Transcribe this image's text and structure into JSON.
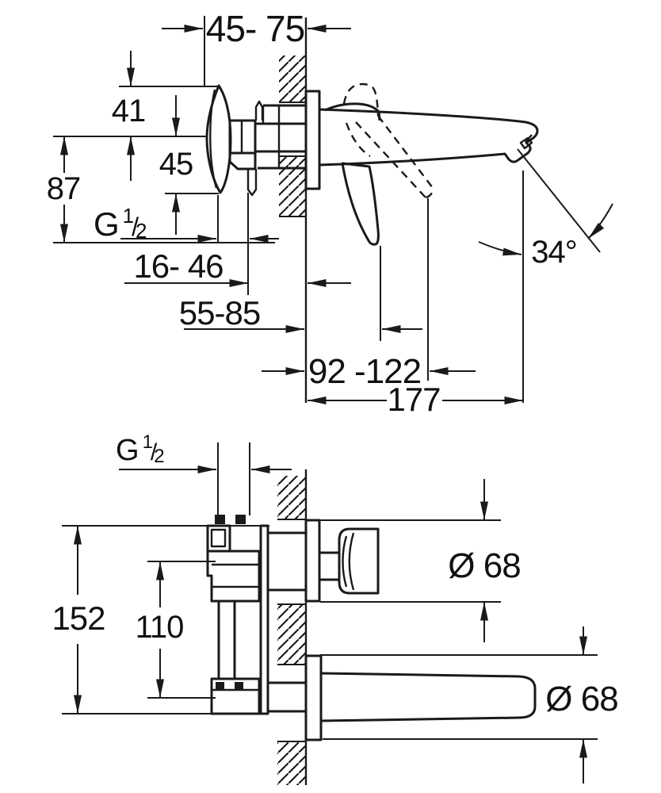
{
  "top_view": {
    "depth_range": "45- 75",
    "escutcheon_offset": "41",
    "handle_drop": "45",
    "inlet_drop": "87",
    "thread": {
      "base": "G",
      "num": "1",
      "slash": "/",
      "den": "2"
    },
    "range_a": "16- 46",
    "range_b": "55-85",
    "range_c": "92 -122",
    "projection": "177",
    "spray_angle": "34°"
  },
  "bottom_view": {
    "thread": {
      "base": "G",
      "num": "1",
      "slash": "/",
      "den": "2"
    },
    "body_height": "152",
    "port_spacing": "110",
    "escutcheon_dia": "Ø 68",
    "spout_dia": "Ø 68"
  },
  "colors": {
    "line": "#1a1a1a",
    "background": "#ffffff"
  }
}
